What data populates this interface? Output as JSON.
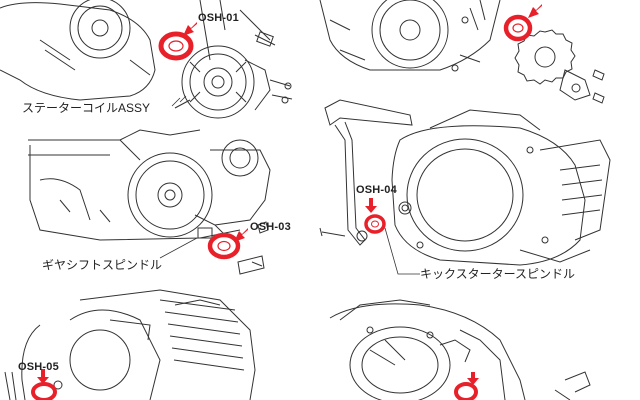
{
  "colors": {
    "line": "#333333",
    "seal": "#e8202a",
    "arrow": "#e8202a",
    "background": "#ffffff"
  },
  "panels": [
    {
      "id": "top-left",
      "code": "OSH-01",
      "part": "ステーターコイルASSY"
    },
    {
      "id": "top-right",
      "code": "",
      "part": ""
    },
    {
      "id": "mid-left",
      "code": "OSH-03",
      "part": "ギヤシフトスピンドル"
    },
    {
      "id": "mid-right",
      "code": "OSH-04",
      "part": "キックスタータースピンドル"
    },
    {
      "id": "bottom-left",
      "code": "OSH-05",
      "part": ""
    },
    {
      "id": "bottom-right",
      "code": "",
      "part": ""
    }
  ],
  "icons": [
    "red-arrow-icon",
    "oil-seal-icon",
    "engine-casing-illustration"
  ]
}
